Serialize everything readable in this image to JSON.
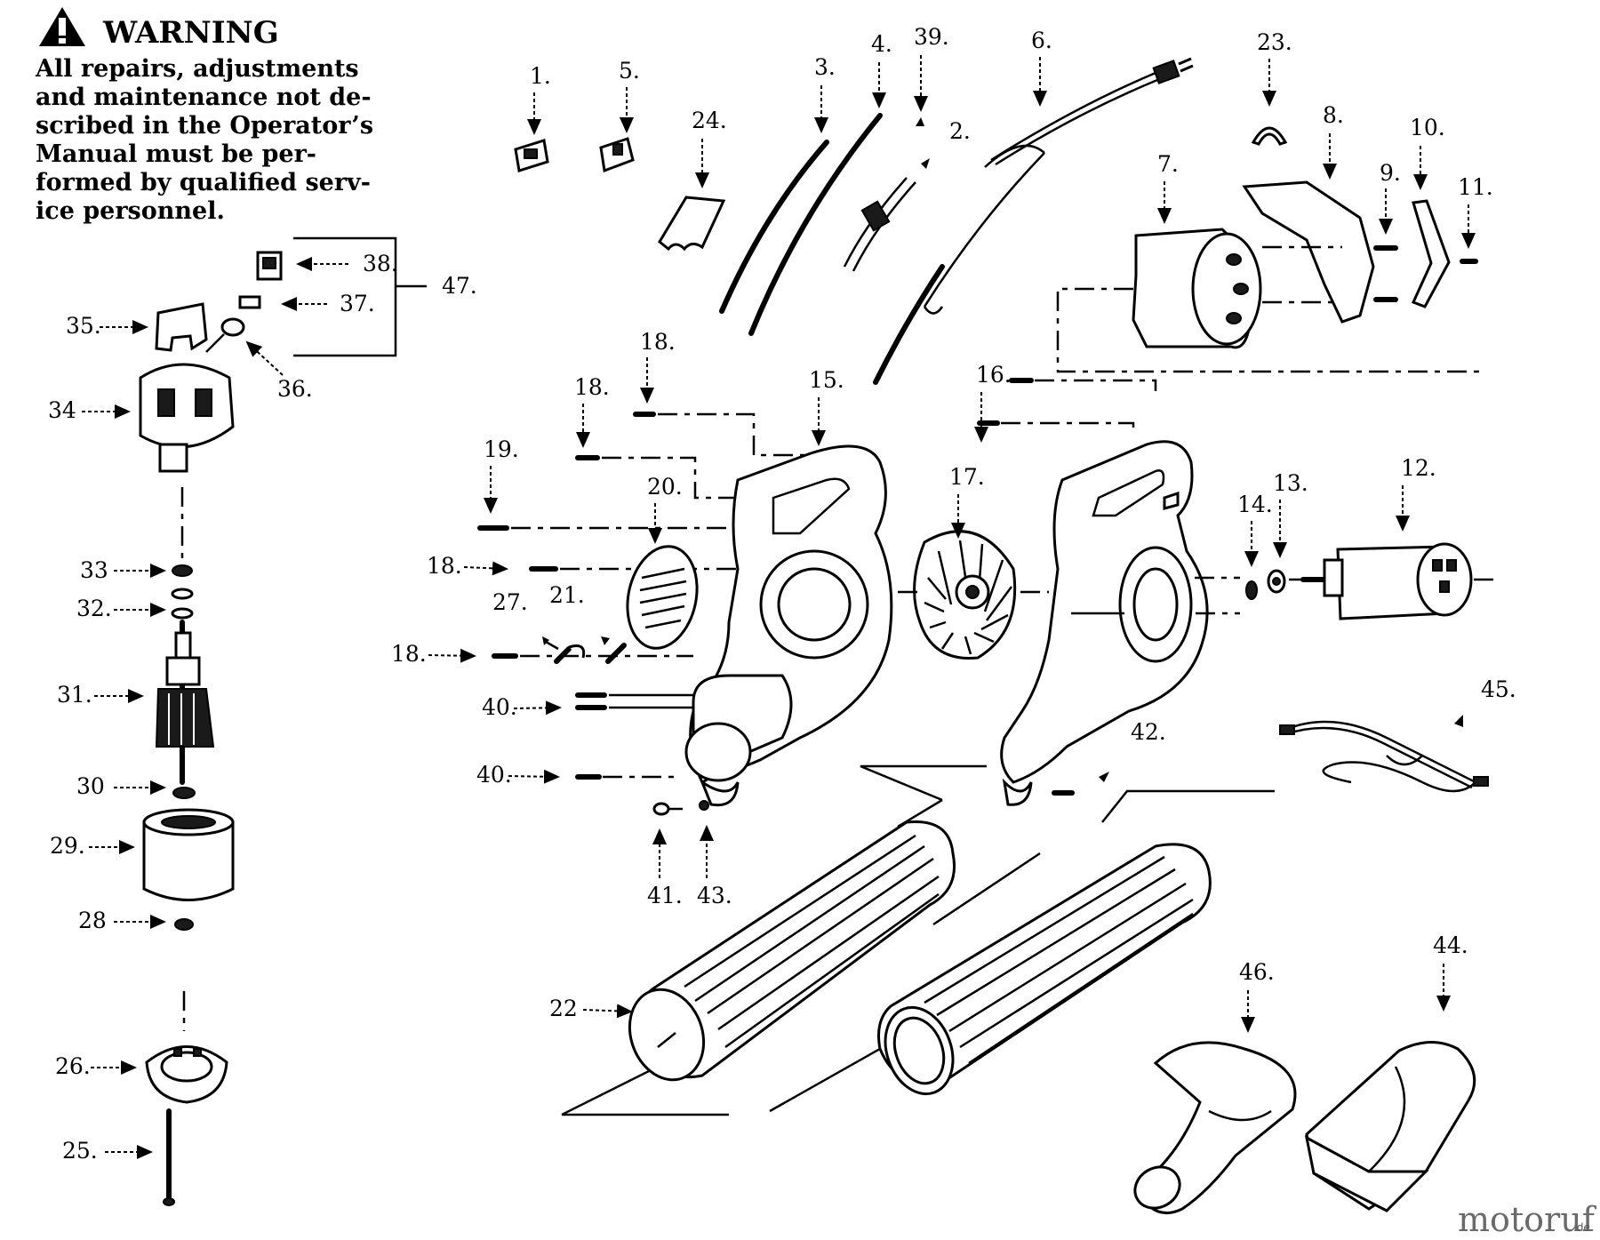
{
  "warning": {
    "title": "WARNING",
    "lines": [
      "All repairs, adjustments",
      "and maintenance not de-",
      "scribed in the Operator’s",
      "Manual must be per-",
      "formed by qualified serv-",
      "ice personnel."
    ]
  },
  "labels": {
    "l1": "1.",
    "l2": "2.",
    "l3": "3.",
    "l4": "4.",
    "l5": "5.",
    "l6": "6.",
    "l7": "7.",
    "l8": "8.",
    "l9": "9.",
    "l10": "10.",
    "l11": "11.",
    "l12": "12.",
    "l13": "13.",
    "l14": "14.",
    "l15": "15.",
    "l16": "16.",
    "l17": "17.",
    "l18a": "18.",
    "l18b": "18.",
    "l18c": "18.",
    "l18d": "18.",
    "l19": "19.",
    "l20": "20.",
    "l21": "21.",
    "l22": "22",
    "l23": "23.",
    "l24": "24.",
    "l25": "25.",
    "l26": "26.",
    "l27": "27.",
    "l28": "28",
    "l29": "29.",
    "l30": "30",
    "l31": "31.",
    "l32": "32.",
    "l33": "33",
    "l34": "34",
    "l35": "35.",
    "l36": "36.",
    "l37": "37.",
    "l38": "38.",
    "l39": "39.",
    "l40a": "40.",
    "l40b": "40.",
    "l41": "41.",
    "l42": "42.",
    "l43": "43.",
    "l44": "44.",
    "l45": "45.",
    "l46": "46.",
    "l47": "47."
  },
  "watermark": {
    "text": "motoruf",
    "suffix": ".de"
  }
}
